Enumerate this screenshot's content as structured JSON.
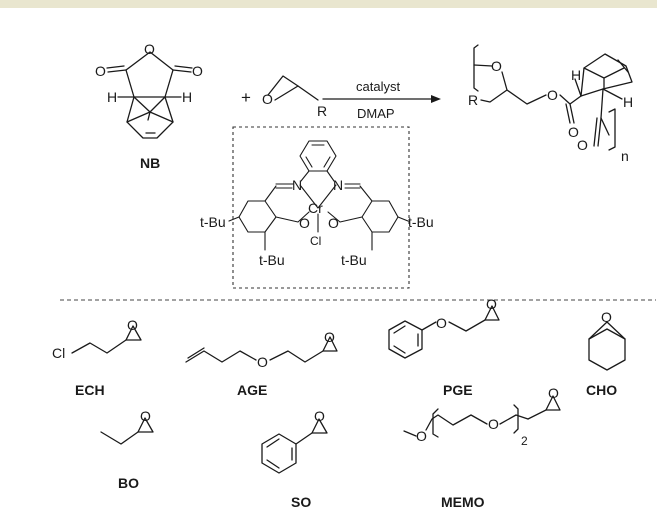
{
  "reaction": {
    "reactant_label": "NB",
    "plus": "+",
    "reagent_above": "catalyst",
    "reagent_below": "DMAP",
    "atoms": {
      "O": "O",
      "H": "H",
      "R": "R",
      "N": "N",
      "Cr": "Cr",
      "Cl": "Cl",
      "tBu": "t-Bu",
      "n": "n",
      "two": "2"
    }
  },
  "epoxides": [
    {
      "label": "ECH"
    },
    {
      "label": "AGE"
    },
    {
      "label": "PGE"
    },
    {
      "label": "CHO"
    },
    {
      "label": "BO"
    },
    {
      "label": "SO"
    },
    {
      "label": "MEMO"
    }
  ]
}
